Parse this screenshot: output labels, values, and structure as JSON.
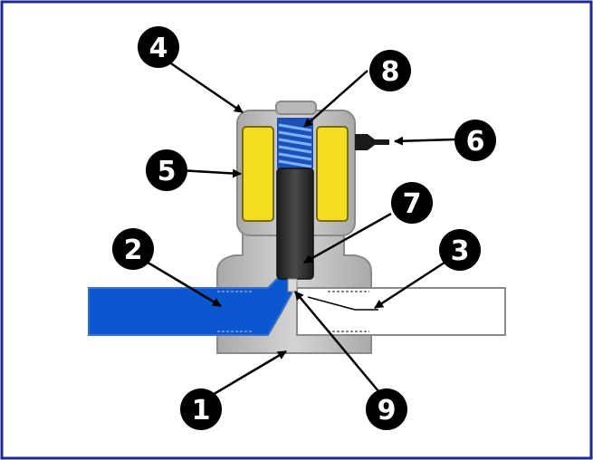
{
  "colors": {
    "frame": "#1f2a8c",
    "body_gray": "#c2c2c2",
    "body_dark": "#9a9a9a",
    "coil_yellow": "#f2dd1e",
    "plunger": "#2b2b2b",
    "spring_blue": "#2e7ce6",
    "inlet_blue": "#0b57d0",
    "outlet_white": "#ffffff",
    "callout": "#000000"
  },
  "callouts": [
    {
      "id": "1",
      "label": "1"
    },
    {
      "id": "2",
      "label": "2"
    },
    {
      "id": "3",
      "label": "3"
    },
    {
      "id": "4",
      "label": "4"
    },
    {
      "id": "5",
      "label": "5"
    },
    {
      "id": "6",
      "label": "6"
    },
    {
      "id": "7",
      "label": "7"
    },
    {
      "id": "8",
      "label": "8"
    },
    {
      "id": "9",
      "label": "9"
    }
  ]
}
